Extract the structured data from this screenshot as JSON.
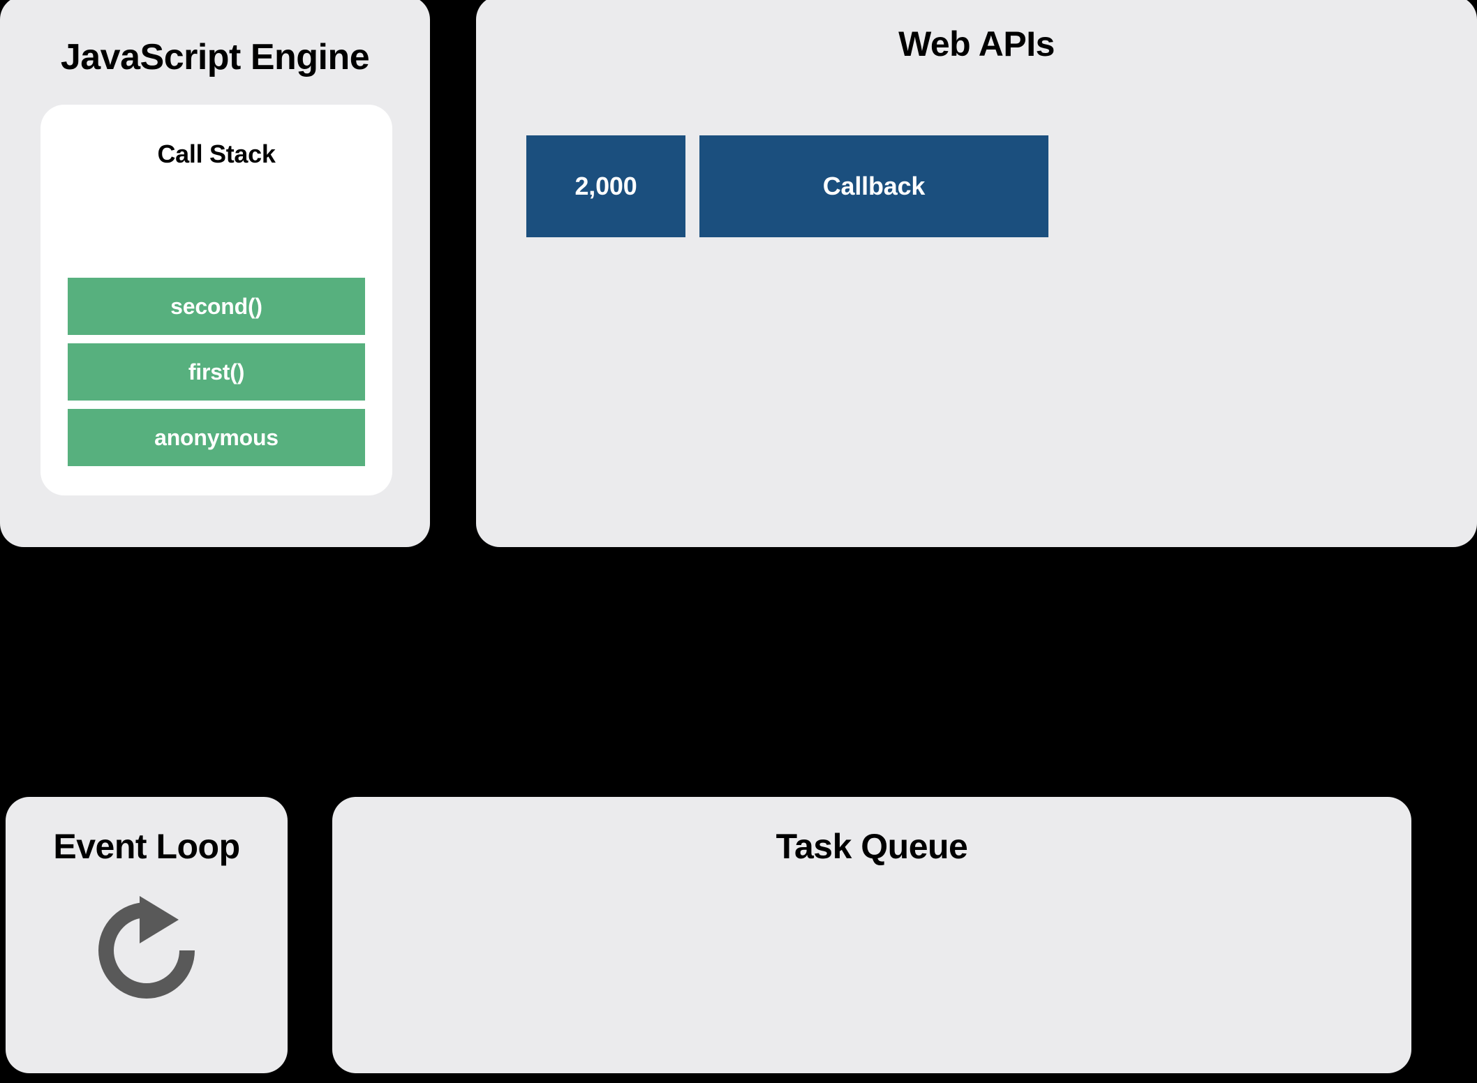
{
  "theme": {
    "background": "#000000",
    "panel_bg": "#ebebed",
    "card_bg": "#ffffff",
    "stack_frame_color": "#57b07e",
    "webapi_box_color": "#1b4f7e",
    "text_color": "#000000",
    "inverse_text_color": "#ffffff",
    "loop_icon_color": "#595959"
  },
  "js_engine": {
    "title": "JavaScript Engine",
    "call_stack": {
      "title": "Call Stack",
      "frames": [
        {
          "label": "second()"
        },
        {
          "label": "first()"
        },
        {
          "label": "anonymous"
        }
      ]
    }
  },
  "web_apis": {
    "title": "Web APIs",
    "boxes": [
      {
        "label": "2,000",
        "kind": "timer-duration"
      },
      {
        "label": "Callback",
        "kind": "callback"
      }
    ]
  },
  "event_loop": {
    "title": "Event Loop",
    "icon": "rotate-clockwise-icon"
  },
  "task_queue": {
    "title": "Task Queue",
    "items": []
  }
}
